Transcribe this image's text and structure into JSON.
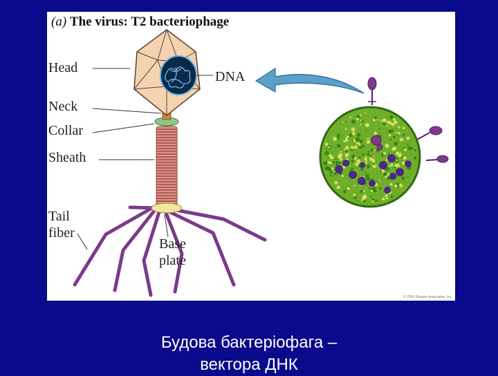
{
  "figure": {
    "part_label": "(a)",
    "title": "The virus: T2 bacteriophage",
    "labels": {
      "head": "Head",
      "neck": "Neck",
      "collar": "Collar",
      "sheath": "Sheath",
      "tail_fiber_line1": "Tail",
      "tail_fiber_line2": "fiber",
      "base_plate_line1": "Base",
      "base_plate_line2": "plate",
      "dna": "DNA"
    },
    "copyright": "© 2000 Sinauer Associates, Inc."
  },
  "caption": {
    "line1": "Будова бактеріофага –",
    "line2": "вектора ДНК"
  },
  "colors": {
    "slide_background": "#0a0a8c",
    "head_fill": "#f3d3b0",
    "dna": "#0b2a4a",
    "sheath": "#c77a6e",
    "tail_fiber": "#7b3a8a",
    "cell": "#6fae2a",
    "arrow": "#5aa0c8"
  }
}
